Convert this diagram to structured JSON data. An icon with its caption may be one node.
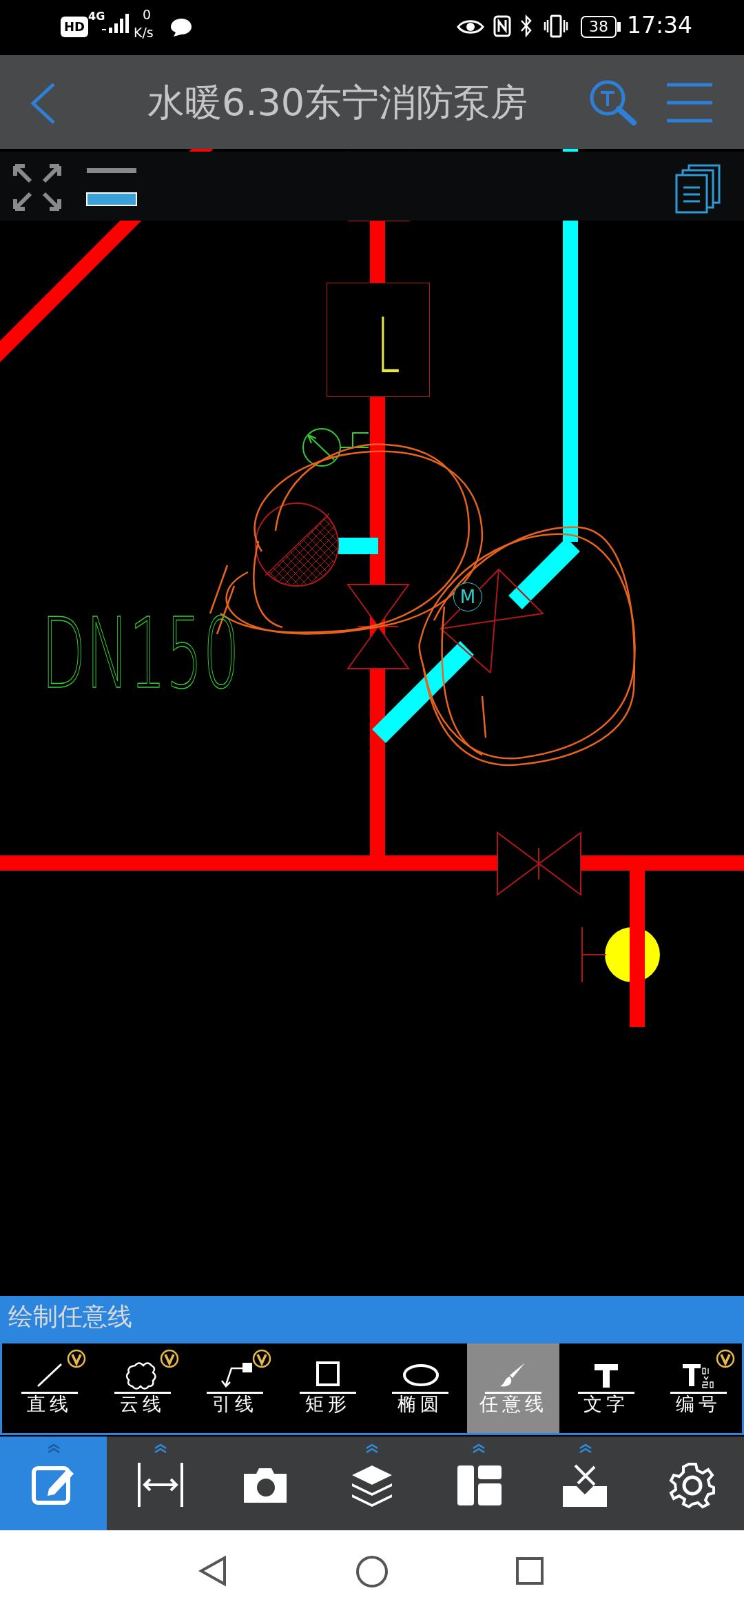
{
  "diagram": {
    "title": "水暖6.30东宁消防泵房",
    "nodes": [
      {
        "text": [
          "L"
        ]
      },
      {
        "text": [
          "M"
        ]
      }
    ],
    "labels": [
      "HD",
      "4G",
      "0",
      "K/s",
      "38",
      "17:34",
      "DN150",
      "绘制任意线",
      "直线",
      "云线",
      "引线",
      "矩形",
      "椭圆",
      "任意线",
      "文字",
      "编号"
    ]
  }
}
